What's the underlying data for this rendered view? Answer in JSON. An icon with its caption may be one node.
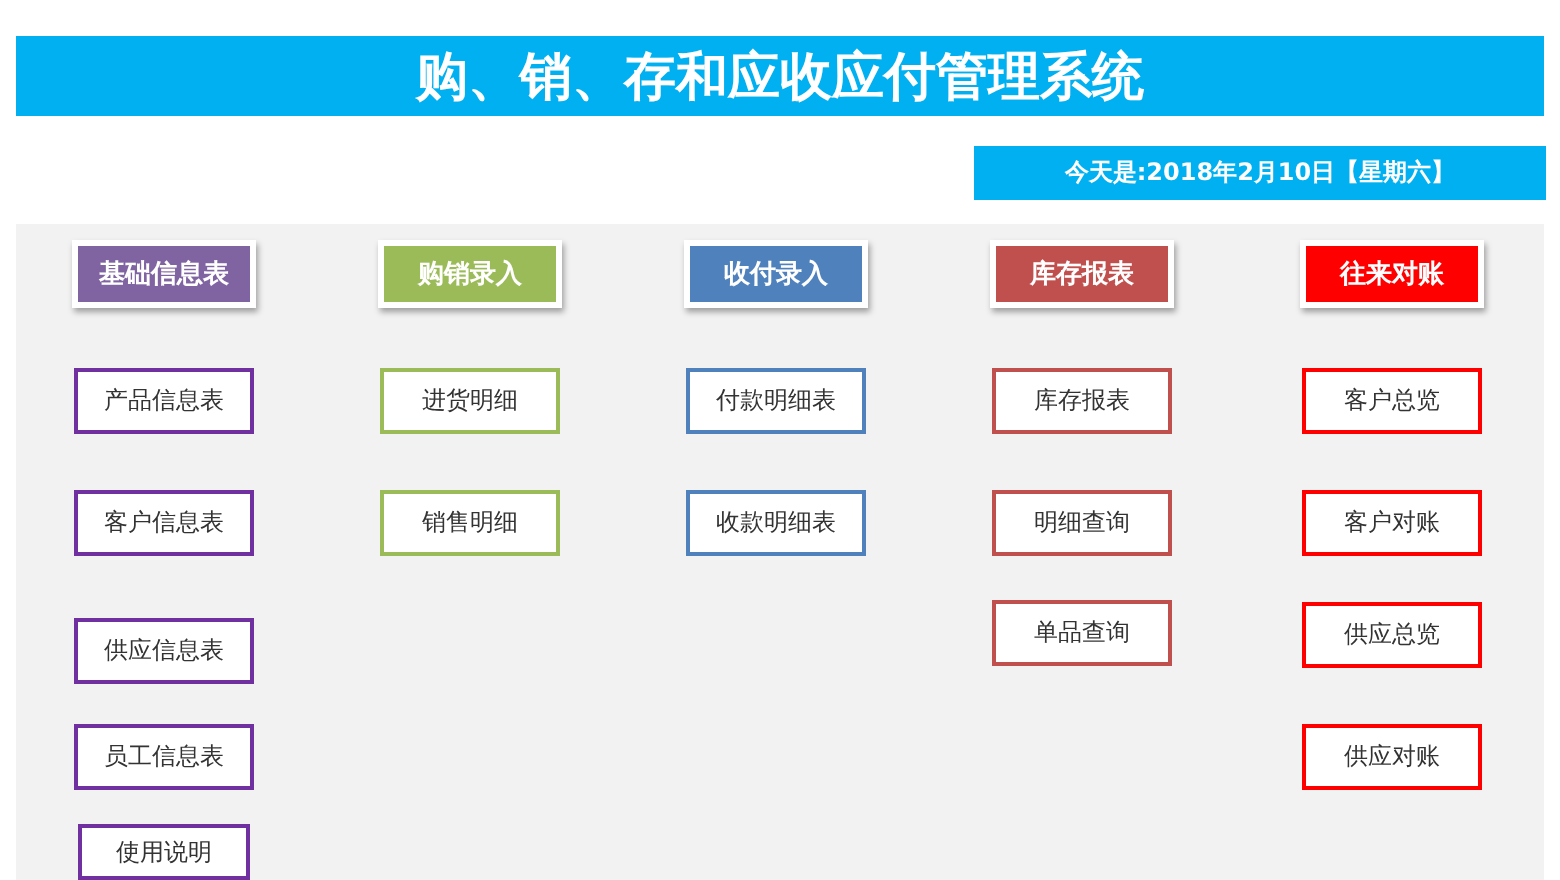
{
  "diagram": {
    "title": "购、销、存和应收应付管理系统",
    "nodes": [
      {
        "text": [
          "基础信息表"
        ]
      },
      {
        "text": [
          "购销录入"
        ]
      },
      {
        "text": [
          "收付录入"
        ]
      },
      {
        "text": [
          "库存报表"
        ]
      },
      {
        "text": [
          "往来对账"
        ]
      },
      {
        "text": [
          "产品信息表"
        ]
      },
      {
        "text": [
          "客户信息表"
        ]
      },
      {
        "text": [
          "供应信息表"
        ]
      },
      {
        "text": [
          "员工信息表"
        ]
      },
      {
        "text": [
          "使用说明"
        ]
      },
      {
        "text": [
          "进货明细"
        ]
      },
      {
        "text": [
          "销售明细"
        ]
      },
      {
        "text": [
          "付款明细表"
        ]
      },
      {
        "text": [
          "收款明细表"
        ]
      },
      {
        "text": [
          "库存报表"
        ]
      },
      {
        "text": [
          "明细查询"
        ]
      },
      {
        "text": [
          "单品查询"
        ]
      },
      {
        "text": [
          "客户总览"
        ]
      },
      {
        "text": [
          "客户对账"
        ]
      },
      {
        "text": [
          "供应总览"
        ]
      },
      {
        "text": [
          "供应对账"
        ]
      }
    ],
    "edges": [],
    "labels": [
      "今天是:2018年2月10日【星期六】"
    ]
  }
}
